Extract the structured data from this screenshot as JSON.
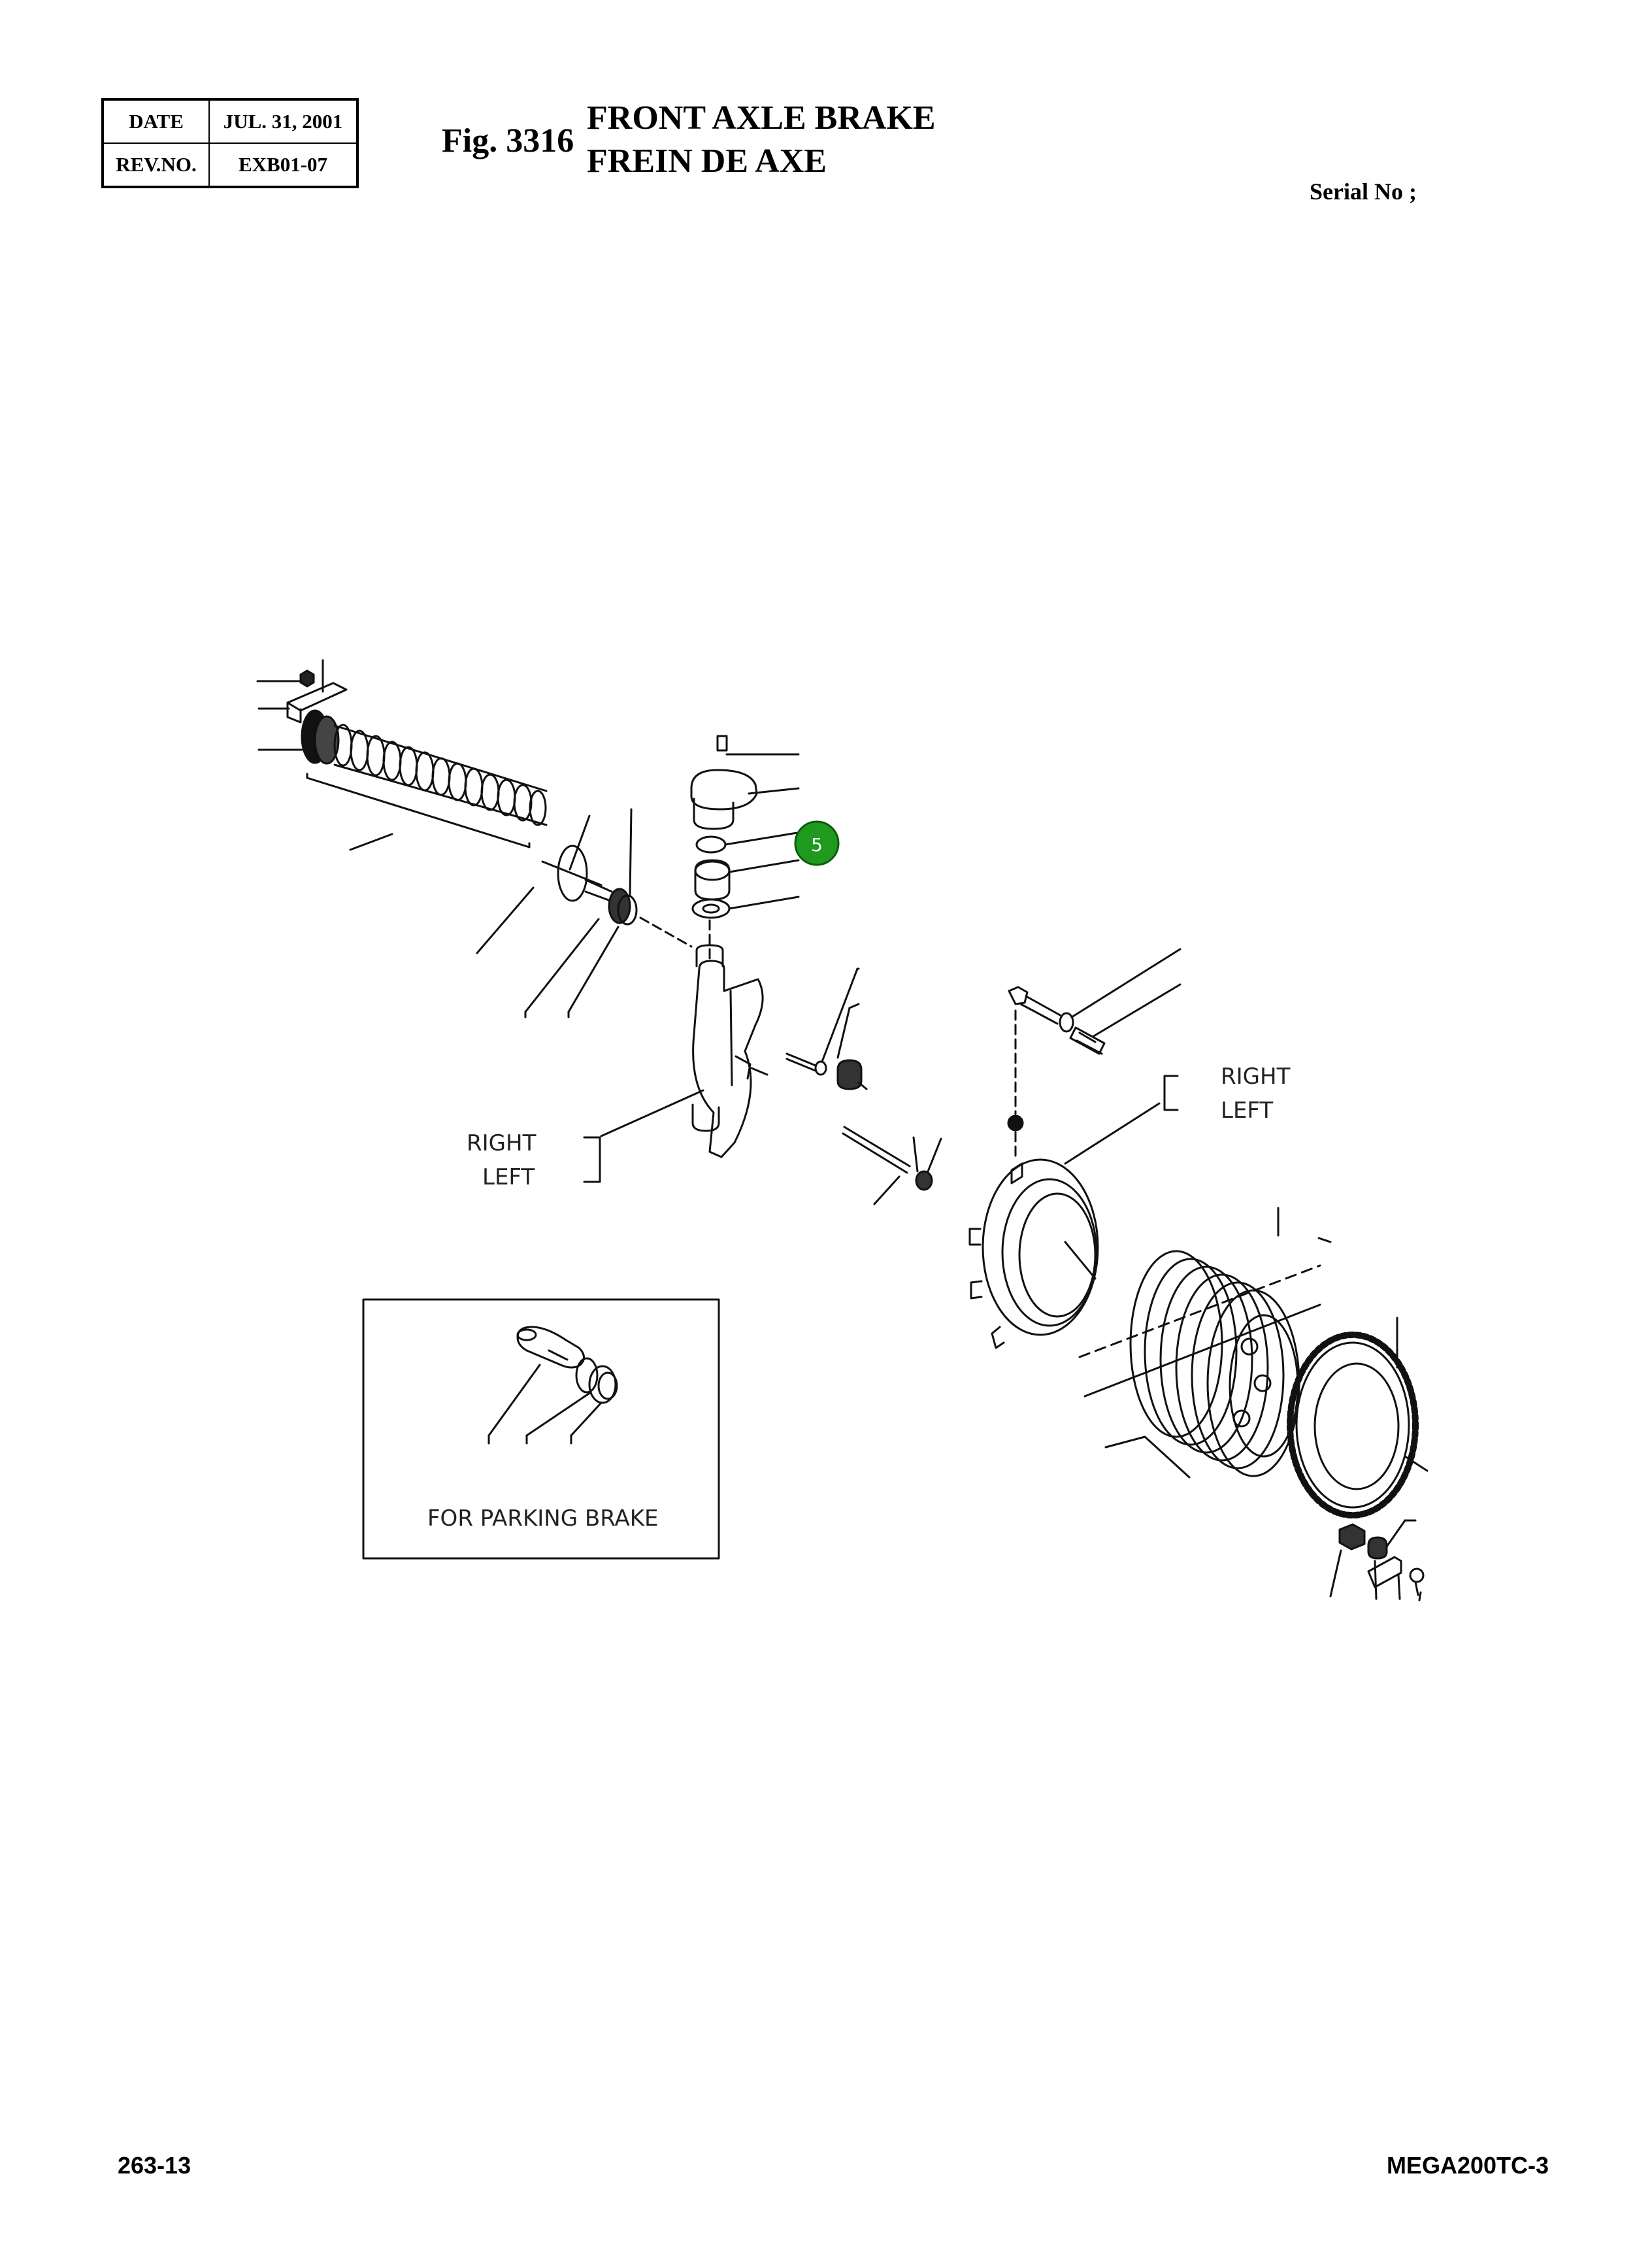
{
  "header": {
    "date_label": "DATE",
    "date_value": "JUL. 31, 2001",
    "rev_label": "REV.NO.",
    "rev_value": "EXB01-07"
  },
  "figure": {
    "number": "Fig. 3316",
    "title_en": "FRONT AXLE BRAKE",
    "title_fr": "FREIN DE AXE"
  },
  "serial_label": "Serial No ;",
  "diagram": {
    "callout_number": "5",
    "callout_color": "#1f9a1f",
    "label_right_1": "RIGHT",
    "label_left_1": "LEFT",
    "label_right_2": "RIGHT",
    "label_left_2": "LEFT",
    "inset_caption": "FOR PARKING BRAKE"
  },
  "footer": {
    "page_code": "263-13",
    "model": "MEGA200TC-3"
  }
}
